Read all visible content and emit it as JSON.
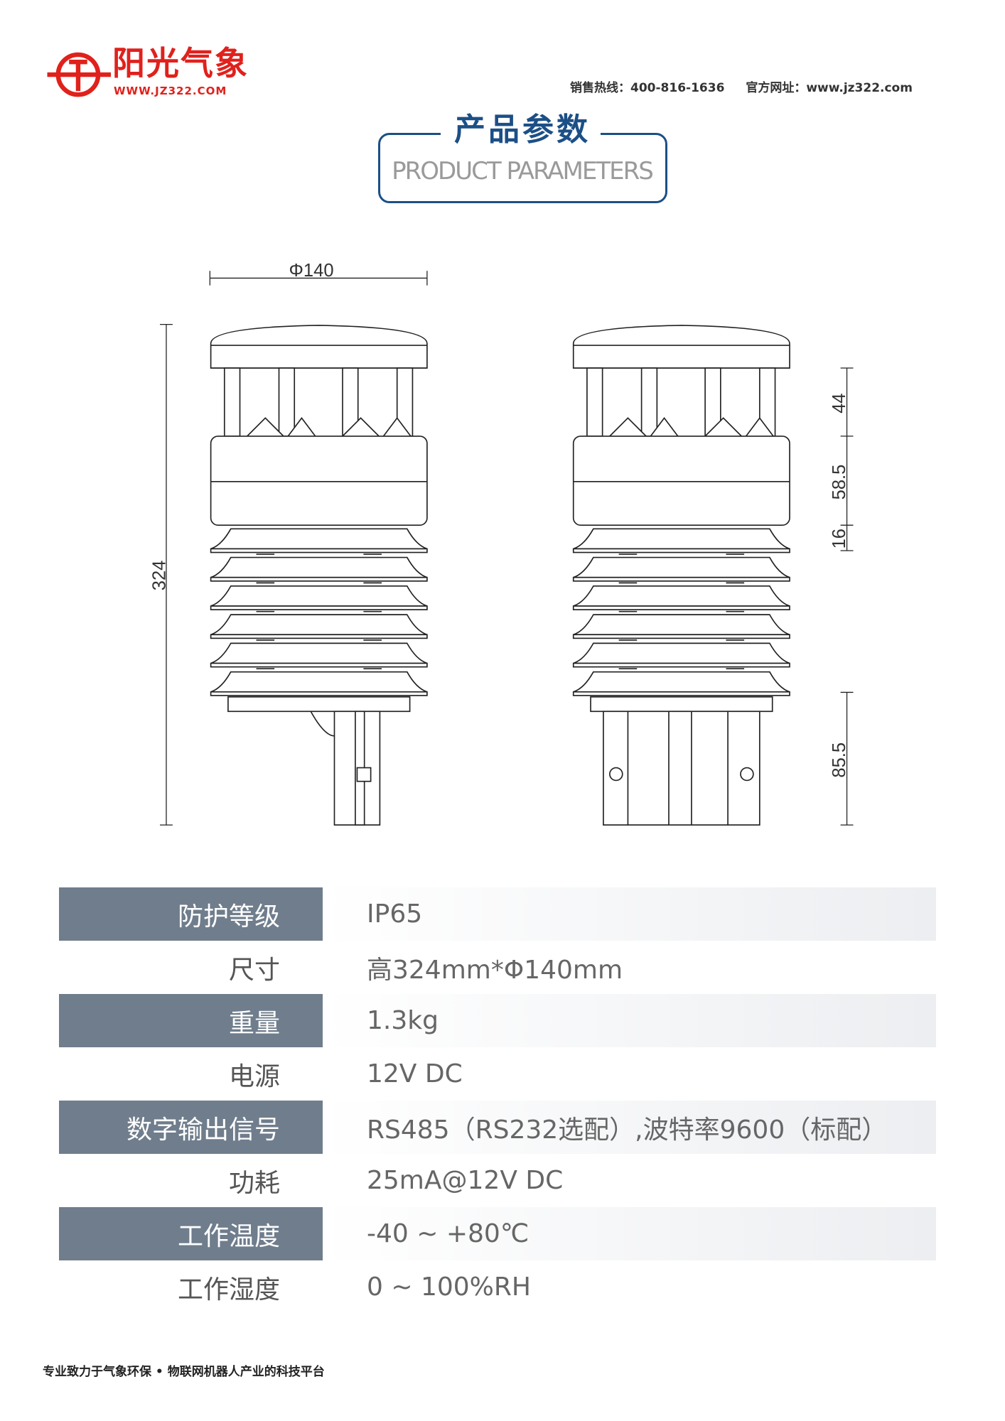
{
  "header": {
    "logo_name": "阳光气象",
    "logo_url": "WWW.JZ322.COM",
    "hotline": "销售热线：400-816-1636",
    "website": "官方网址：www.jz322.com"
  },
  "title": {
    "cn": "产品参数",
    "en": "PRODUCT PARAMETERS"
  },
  "dimensions": {
    "diameter": "Φ140",
    "height": "324",
    "d1": "44",
    "d2": "58.5",
    "d3": "16",
    "d4": "85.5"
  },
  "specs": [
    {
      "label": "防护等级",
      "value": "IP65"
    },
    {
      "label": "尺寸",
      "value": "高324mm*Φ140mm"
    },
    {
      "label": "重量",
      "value": "1.3kg"
    },
    {
      "label": "电源",
      "value": "12V DC"
    },
    {
      "label": "数字输出信号",
      "value": "RS485（RS232选配）,波特率9600（标配）"
    },
    {
      "label": "功耗",
      "value": "25mA@12V DC"
    },
    {
      "label": "工作温度",
      "value": "-40 ~ +80℃"
    },
    {
      "label": "工作湿度",
      "value": "0 ~ 100%RH"
    }
  ],
  "footer": "专业致力于气象环保 • 物联网机器人产业的科技平台",
  "colors": {
    "brand": "#e0211c",
    "title": "#1c4f86",
    "label_bg": "#6f7d8c"
  }
}
